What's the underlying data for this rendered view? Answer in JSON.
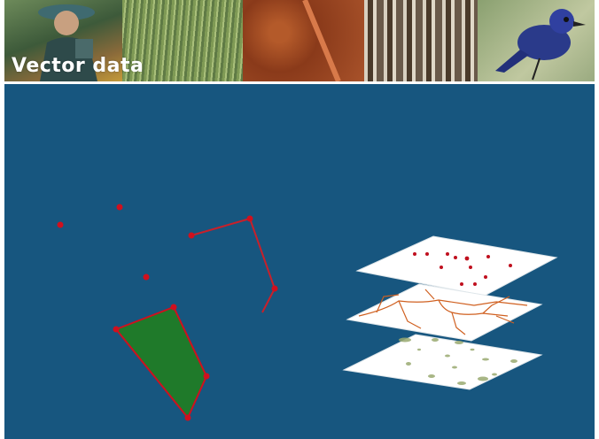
{
  "header": {
    "title": "Vector data"
  },
  "banner_photos": [
    "person-in-field",
    "grassland",
    "red-soil-aerial",
    "forest-trees",
    "blue-wren-bird"
  ],
  "colors": {
    "slide_bg": "#17567f",
    "point": "#d0101e",
    "line": "#c8202a",
    "polygon_fill": "#1f7a2a",
    "polygon_edge": "#d0101e",
    "layer_roads": "#d06020",
    "layer_patches": "#9aaa70"
  }
}
